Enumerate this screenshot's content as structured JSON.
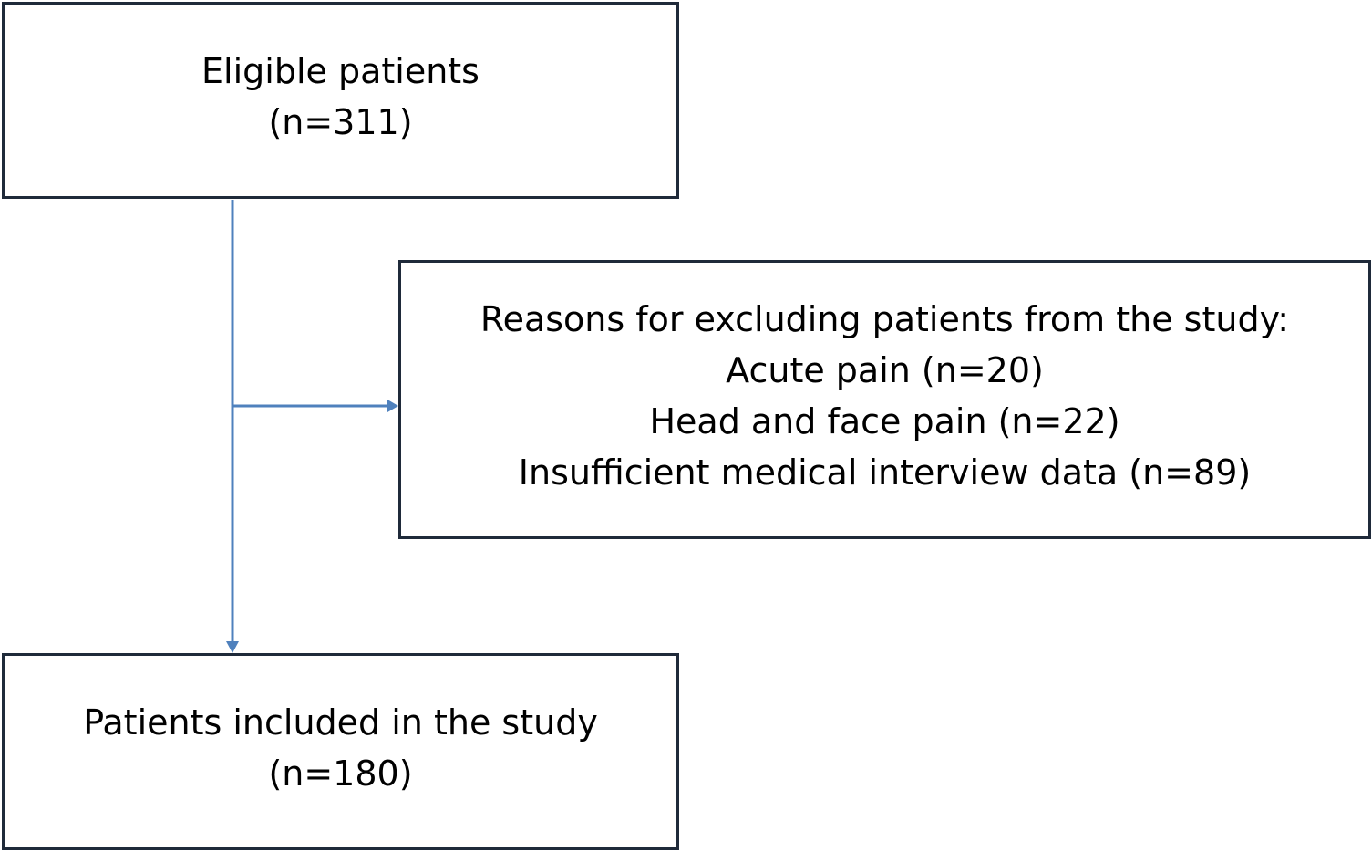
{
  "colors": {
    "box_border": "#1f2a3a",
    "connector": "#4f81bd",
    "text": "#000000",
    "background": "#ffffff"
  },
  "eligible": {
    "line1": "Eligible patients",
    "line2": "(n=311)"
  },
  "excluded": {
    "heading": "Reasons for excluding patients from the study:",
    "reasons": [
      "Acute pain (n=20)",
      "Head and face pain (n=22)",
      "Insufficient medical interview data (n=89)"
    ]
  },
  "included": {
    "line1": "Patients included in the study",
    "line2": "(n=180)"
  }
}
